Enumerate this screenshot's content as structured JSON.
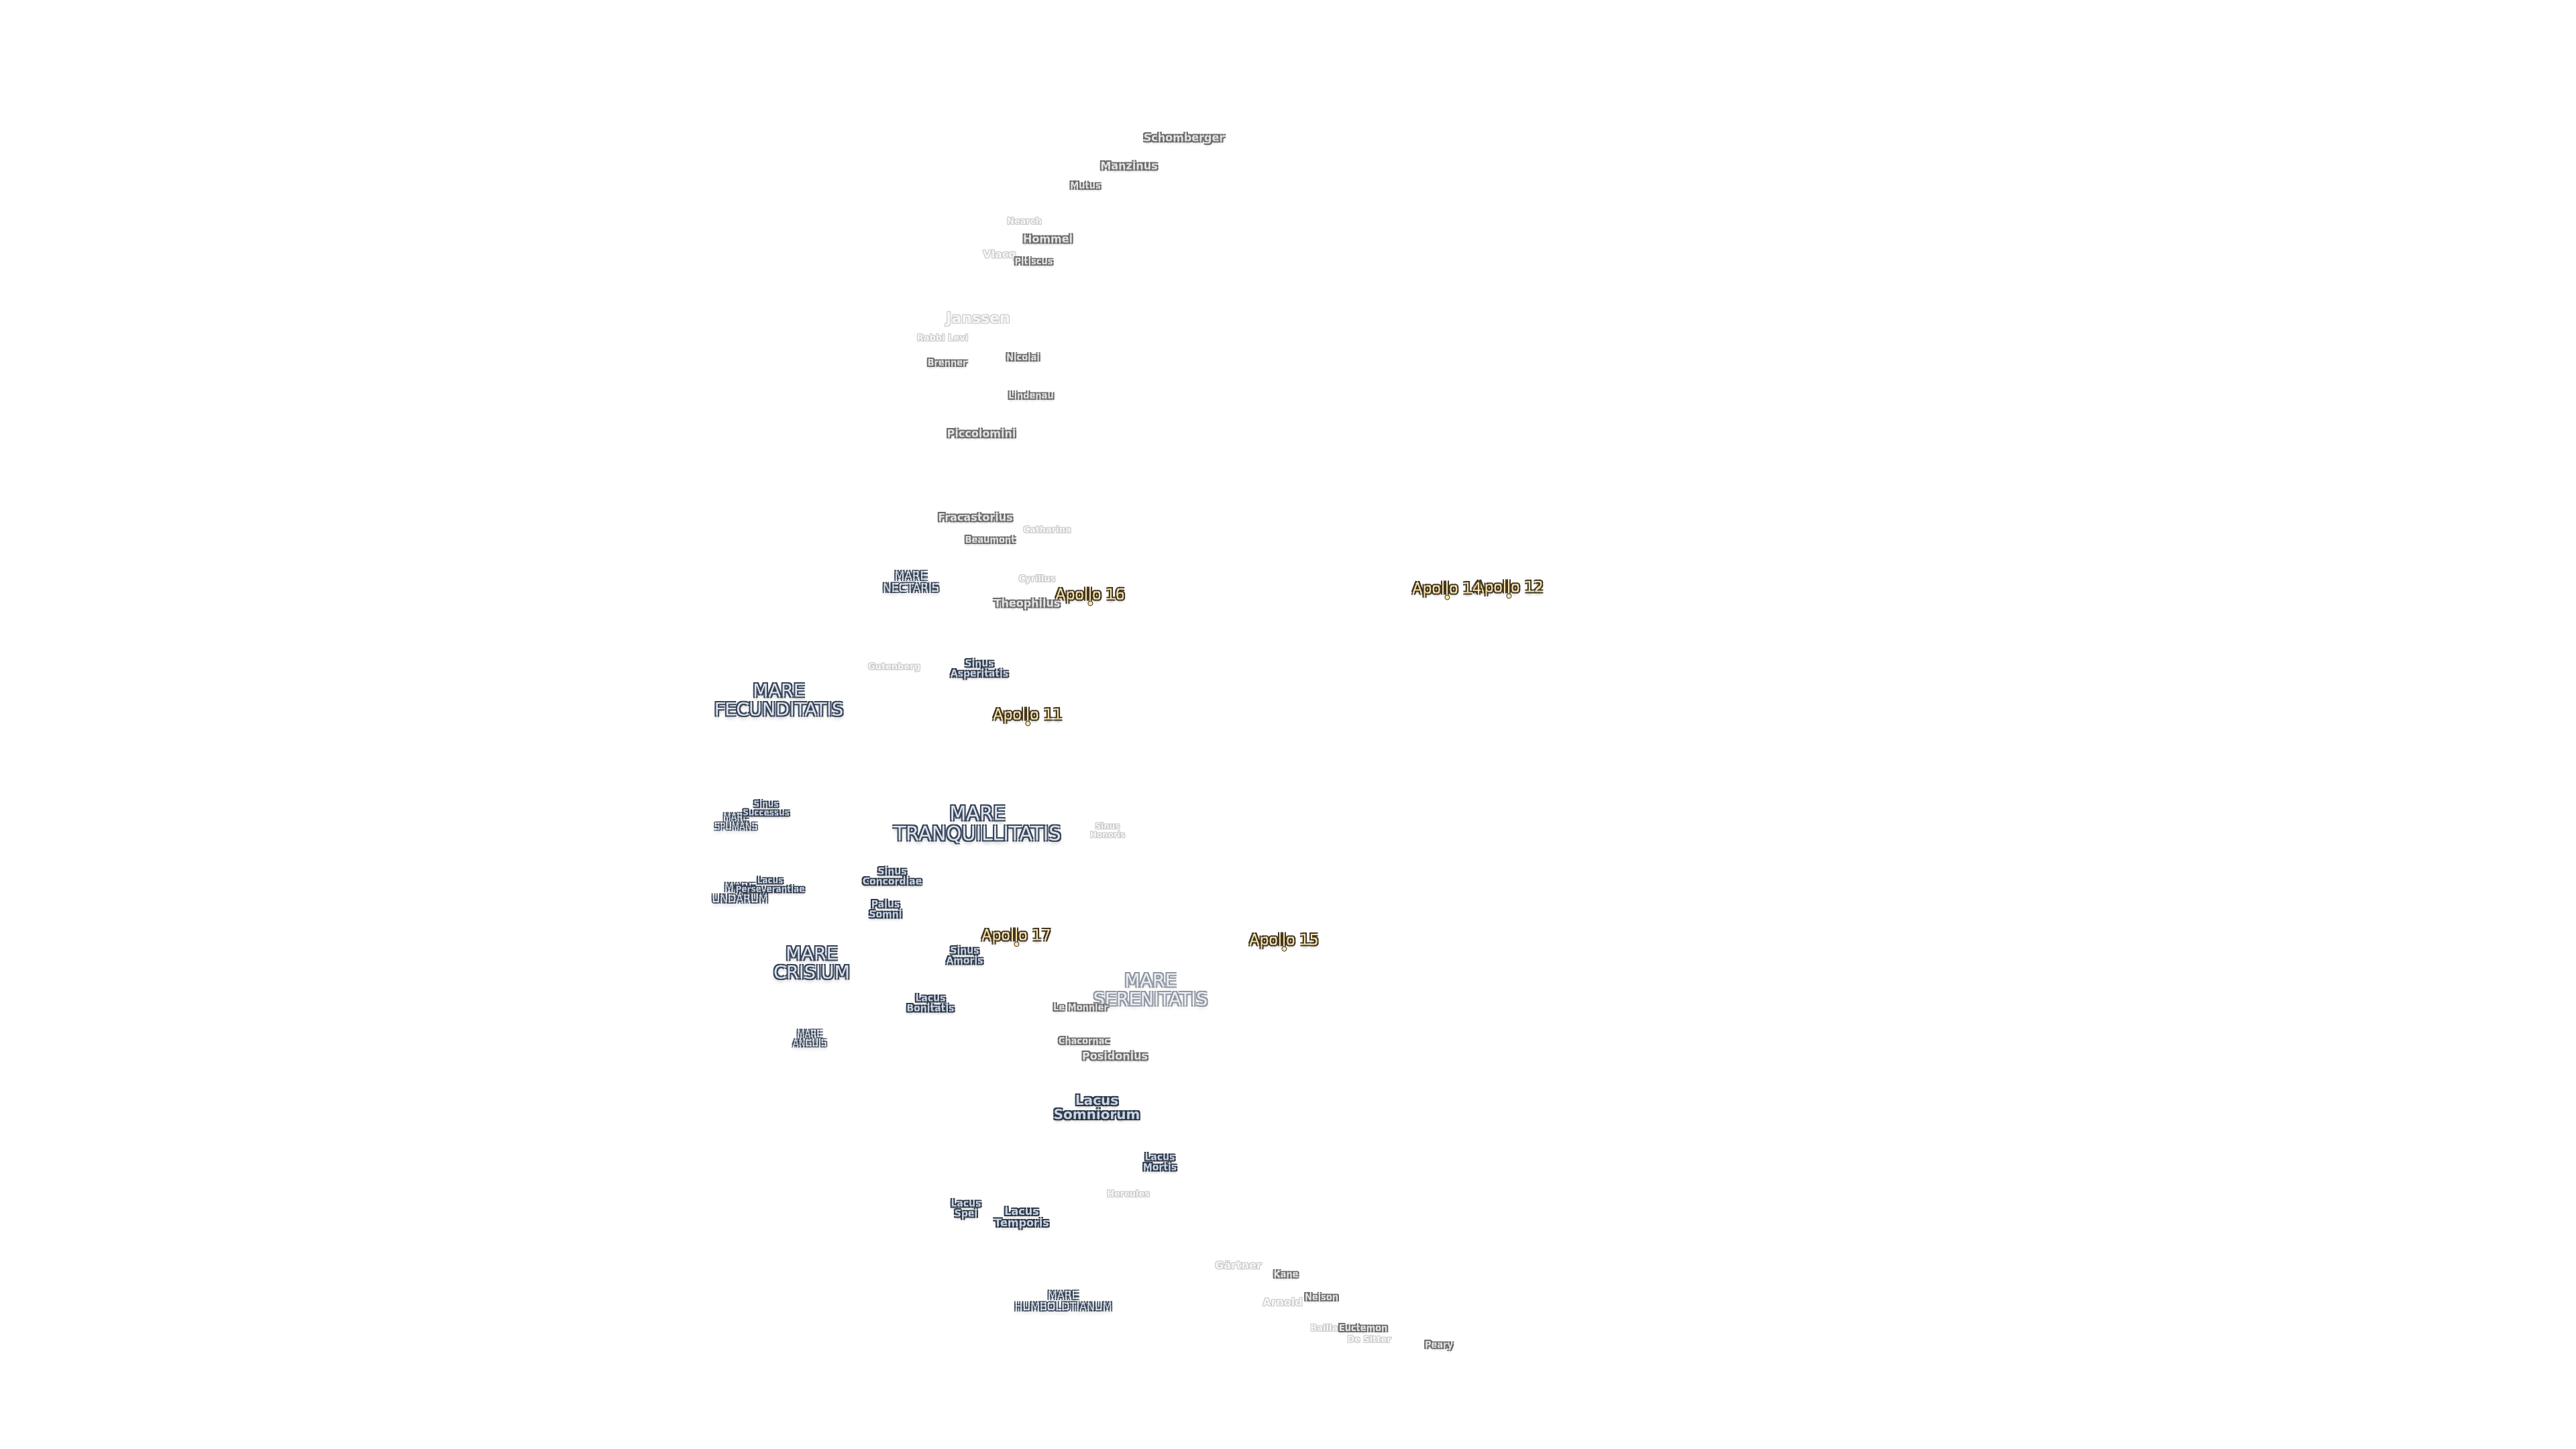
{
  "map": {
    "background": "#ffffff",
    "label_colors": {
      "mare": "#dbe4f2",
      "crater": "#e4e4e4",
      "apollo": "#fbe3a9",
      "outline": "#2e3847"
    },
    "apollo_sites": [
      {
        "label": "Apollo 11"
      },
      {
        "label": "Apollo 12"
      },
      {
        "label": "Apollo 14"
      },
      {
        "label": "Apollo 15"
      },
      {
        "label": "Apollo 16"
      },
      {
        "label": "Apollo 17"
      }
    ],
    "mare_labels": [
      {
        "label": "MARE\nFECUNDITATIS"
      },
      {
        "label": "MARE\nTRANQUILLITATIS"
      },
      {
        "label": "MARE\nSERENITATIS"
      },
      {
        "label": "MARE\nCRISIUM"
      },
      {
        "label": "MARE\nNECTARIS"
      },
      {
        "label": "MARE\nSPUMANS"
      },
      {
        "label": "MARE\nUNDARUM"
      },
      {
        "label": "MARE\nANGUIS"
      },
      {
        "label": "MARE\nHUMBOLDTIANUM"
      }
    ],
    "lacus_sinus_palus_labels": [
      {
        "label": "Sinus\nAsperitatis"
      },
      {
        "label": "Sinus\nSuccessus"
      },
      {
        "label": "Sinus\nConcordiae"
      },
      {
        "label": "Lacus\nPerseverantiae"
      },
      {
        "label": "Palus\nSomni"
      },
      {
        "label": "Sinus\nAmoris"
      },
      {
        "label": "Sinus\nHonoris"
      },
      {
        "label": "Lacus\nBonitatis"
      },
      {
        "label": "Lacus\nSomniorum"
      },
      {
        "label": "Lacus\nMortis"
      },
      {
        "label": "Lacus\nSpei"
      },
      {
        "label": "Lacus\nTemporis"
      }
    ],
    "crater_labels": [
      {
        "label": "Schomberger"
      },
      {
        "label": "Manzinus"
      },
      {
        "label": "Mutus"
      },
      {
        "label": "Hommel"
      },
      {
        "label": "Nearch"
      },
      {
        "label": "Vlacq"
      },
      {
        "label": "Pitiscus"
      },
      {
        "label": "Janssen"
      },
      {
        "label": "Rabbi Levi"
      },
      {
        "label": "Brenner"
      },
      {
        "label": "Nicolai"
      },
      {
        "label": "Lindenau"
      },
      {
        "label": "Piccolomini"
      },
      {
        "label": "Fracastorius"
      },
      {
        "label": "Beaumont"
      },
      {
        "label": "Catharina"
      },
      {
        "label": "Cyrillus"
      },
      {
        "label": "Theophilus"
      },
      {
        "label": "Gutenberg"
      },
      {
        "label": "Le Monnier"
      },
      {
        "label": "Chacornac"
      },
      {
        "label": "Posidonius"
      },
      {
        "label": "Hercules"
      },
      {
        "label": "Gärtner"
      },
      {
        "label": "Kane"
      },
      {
        "label": "Arnold"
      },
      {
        "label": "Neison"
      },
      {
        "label": "Baillaud"
      },
      {
        "label": "Euctemon"
      },
      {
        "label": "De Sitter"
      },
      {
        "label": "Peary"
      }
    ]
  }
}
